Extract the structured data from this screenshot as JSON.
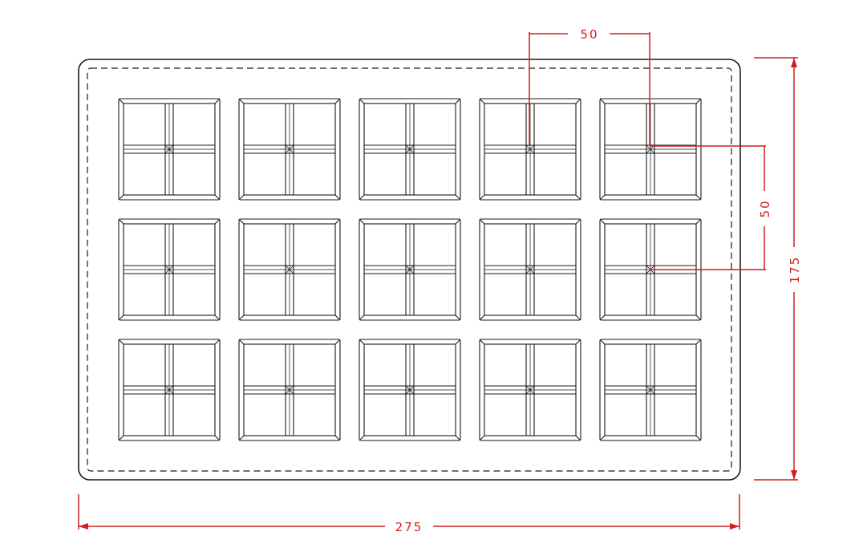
{
  "drawing": {
    "tray": {
      "rows": 3,
      "columns": 5,
      "cavity_segments": "2x2"
    },
    "dimensions": {
      "overall_width": "275",
      "overall_height": "175",
      "pitch_horizontal": "50",
      "pitch_vertical": "50"
    },
    "colors": {
      "outline": "#1a1a1a",
      "dimension": "#d11f1f",
      "background": "#ffffff"
    }
  }
}
